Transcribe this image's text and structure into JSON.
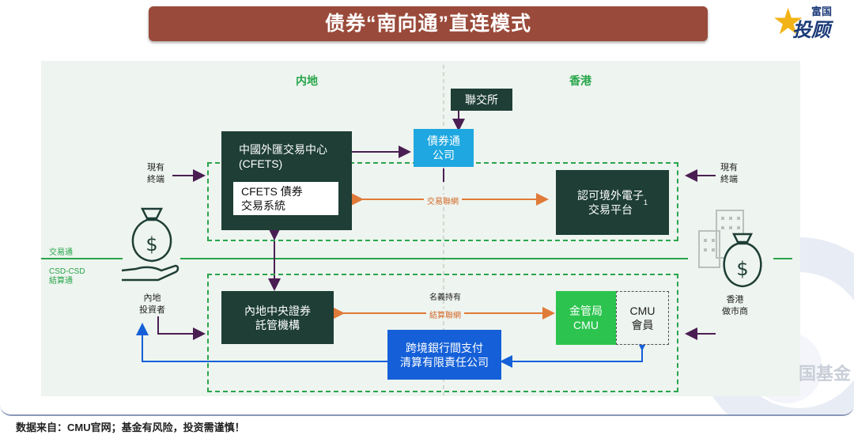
{
  "title": "债券“南向通”直连模式",
  "logo": {
    "star": "★",
    "small": "富国",
    "big": "投顾",
    "mark": "star-logo-icon"
  },
  "regions": {
    "mainland": "内地",
    "hongkong": "香港"
  },
  "boxes": {
    "hkex": "聯交所",
    "cfets": "中國外匯交易中心\n(CFETS)",
    "cfets_system": "CFETS 債券\n交易系統",
    "bond_connect": "債券通\n公司",
    "platform_main": "認可境外電子\n交易平台",
    "platform_sup": "1",
    "csd": "內地中央證券\n託管機構",
    "hkma_cmu": "金管局\nCMU",
    "cmu_member": "CMU\n會員",
    "clearing": "跨境銀行間支付\n清算有限責任公司"
  },
  "labels": {
    "terminal_left": "現有\n終端",
    "terminal_right": "現有\n終端",
    "investor": "內地\n投資者",
    "market_maker": "香港\n做市商",
    "trade_link": "交易聯網",
    "nominee": "名義持有",
    "settle_link": "結算聯網",
    "trade_connect": "交易通",
    "csd_connect": "CSD-CSD\n結算通"
  },
  "watermark": "国基金",
  "source": "数据来自：CMU官网；基金有风险，投资需谨慎！",
  "colors": {
    "title_bg": "#9a4a3a",
    "dark_box": "#1e3e36",
    "bond_connect": "#1ea7e0",
    "hkma": "#2cc44f",
    "clearing": "#1560d8",
    "green_line": "#2aa54c",
    "orange_arrow": "#e07a38",
    "blue_arrow": "#1560d8",
    "purple_arrow": "#4a1e52"
  }
}
